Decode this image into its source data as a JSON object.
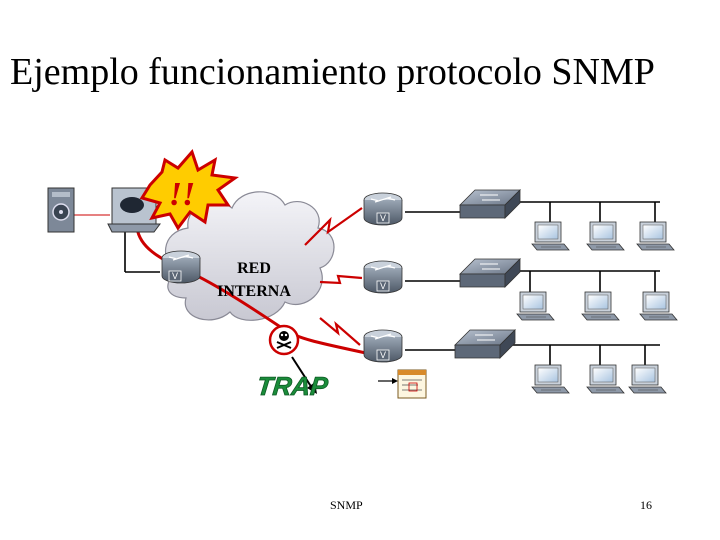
{
  "title": "Ejemplo funcionamiento protocolo SNMP",
  "alert_text": "!!",
  "cloud_label_line1": "RED",
  "cloud_label_line2": "INTERNA",
  "router_badge": "V",
  "trap_label": "TRAP",
  "footer_text": "SNMP",
  "page_number": "16",
  "colors": {
    "alert_fill": "#ffcc00",
    "alert_outline": "#cc0000",
    "trap_text": "#1a8c3a",
    "trap_path": "#cc0000",
    "links": "#000000",
    "lightning": "#cc0000"
  },
  "icons": [
    "management-station-icon",
    "server-icon",
    "router-icon",
    "switch-icon",
    "pc-icon",
    "skull-icon",
    "document-icon",
    "cloud-icon"
  ]
}
